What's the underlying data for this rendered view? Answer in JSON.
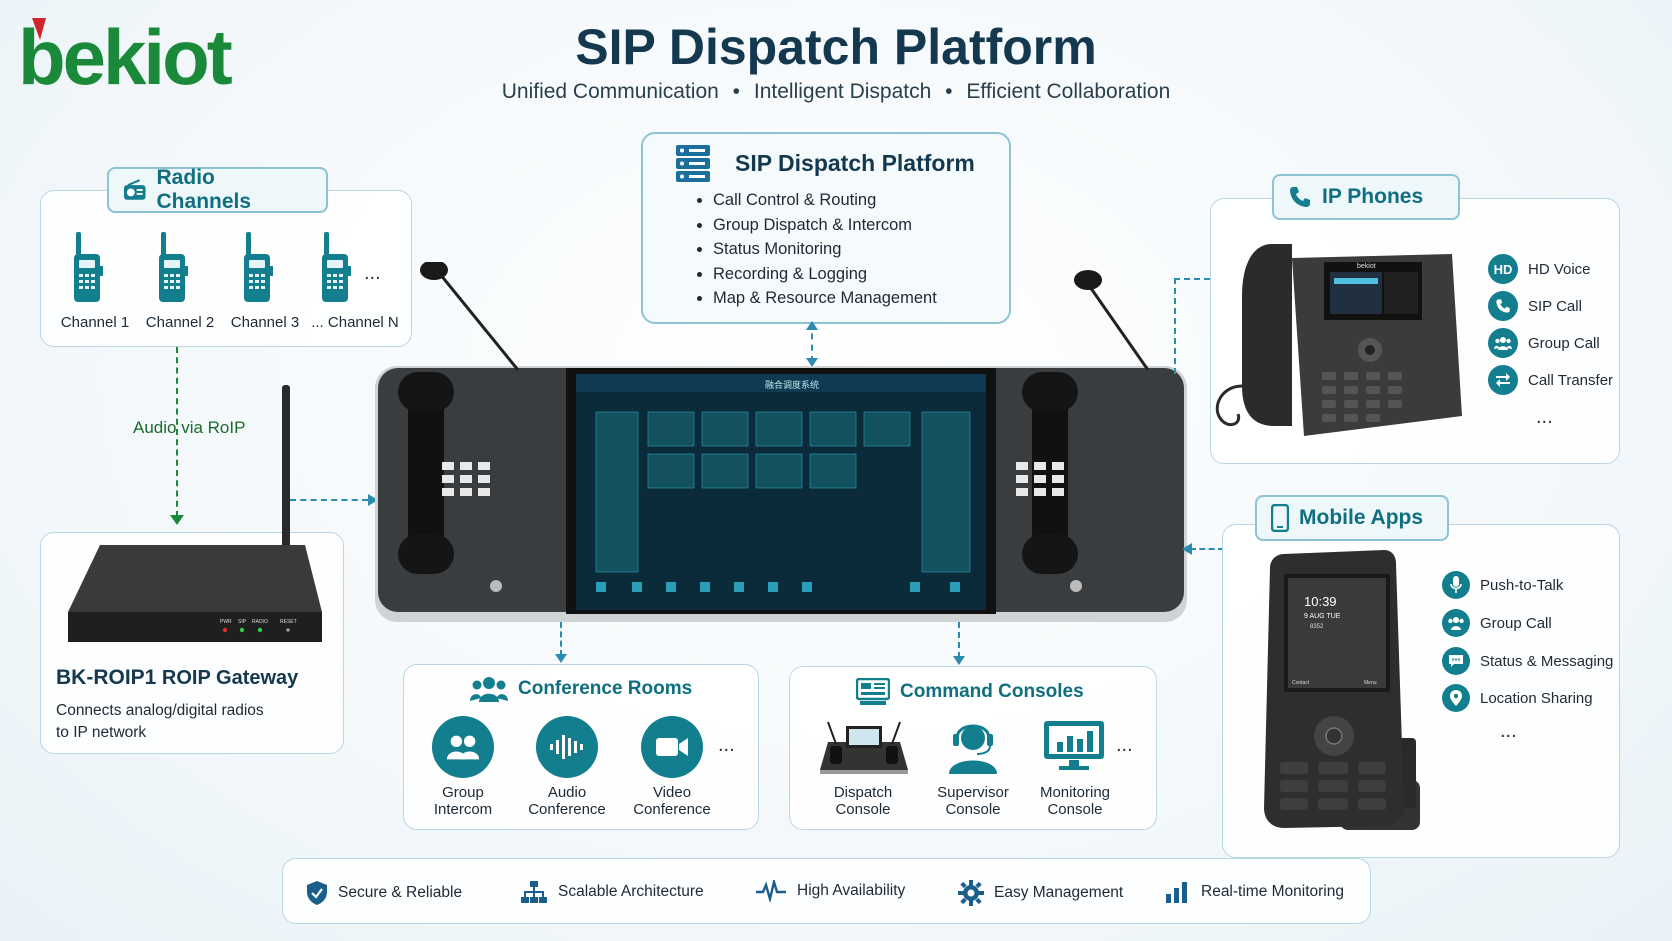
{
  "logo": {
    "text": "bekiot"
  },
  "header": {
    "title": "SIP Dispatch Platform",
    "subtitle_parts": [
      "Unified Communication",
      "Intelligent Dispatch",
      "Efficient Collaboration"
    ],
    "separator": "•"
  },
  "platform": {
    "title": "SIP Dispatch Platform",
    "features": [
      "Call Control & Routing",
      "Group Dispatch & Intercom",
      "Status Monitoring",
      "Recording & Logging",
      "Map & Resource Management"
    ]
  },
  "radio": {
    "title": "Radio Channels",
    "channels": [
      "Channel 1",
      "Channel 2",
      "Channel 3",
      "... Channel N"
    ],
    "more": "...",
    "link_label": "Audio via RoIP"
  },
  "gateway": {
    "model": "BK-ROIP1",
    "name": "ROIP Gateway",
    "desc_line1": "Connects analog/digital radios",
    "desc_line2": "to IP network",
    "device_labels": [
      "PWR",
      "SIP",
      "RADIO",
      "RESET"
    ]
  },
  "console_screen": {
    "title": "融合调度系统"
  },
  "ip_phones": {
    "title": "IP Phones",
    "brand": "bekiot",
    "features": [
      {
        "badge": "HD",
        "label": "HD Voice"
      },
      {
        "badge": "",
        "label": "SIP Call"
      },
      {
        "badge": "",
        "label": "Group Call"
      },
      {
        "badge": "",
        "label": "Call Transfer"
      }
    ],
    "more": "..."
  },
  "mobile": {
    "title": "Mobile Apps",
    "screen_time": "10:39",
    "screen_date": "9 AUG TUE",
    "screen_num": "8352",
    "soft_left": "Contact",
    "soft_right": "Menu",
    "features": [
      "Push-to-Talk",
      "Group Call",
      "Status & Messaging",
      "Location Sharing"
    ],
    "more": "..."
  },
  "conference": {
    "title": "Conference Rooms",
    "items": [
      {
        "line1": "Group",
        "line2": "Intercom"
      },
      {
        "line1": "Audio",
        "line2": "Conference"
      },
      {
        "line1": "Video",
        "line2": "Conference"
      }
    ],
    "more": "..."
  },
  "consoles": {
    "title": "Command Consoles",
    "items": [
      {
        "line1": "Dispatch",
        "line2": "Console"
      },
      {
        "line1": "Supervisor",
        "line2": "Console"
      },
      {
        "line1": "Monitoring",
        "line2": "Console"
      }
    ],
    "more": "..."
  },
  "bottom_bar": [
    "Secure & Reliable",
    "Scalable Architecture",
    "High Availability",
    "Easy Management",
    "Real-time Monitoring"
  ],
  "colors": {
    "accent": "#137e8d",
    "title": "#14394f",
    "logo_green": "#1a8a3a",
    "logo_red": "#d0262b",
    "line": "#2b8bb0"
  }
}
